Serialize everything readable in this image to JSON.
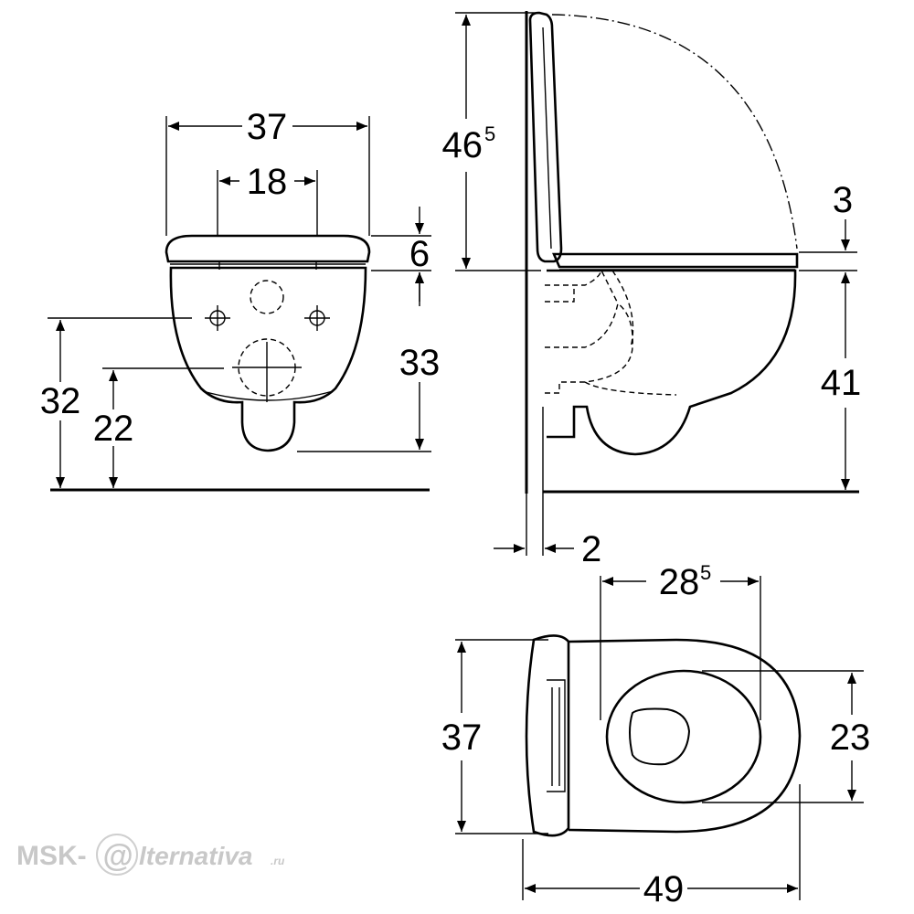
{
  "front_view": {
    "width_total": "37",
    "fixing_spacing": "18",
    "seat_thickness": "6",
    "fixing_height": "32",
    "outlet_height": "22",
    "bowl_height": "33"
  },
  "side_view": {
    "height_lid_open_main": "46",
    "height_lid_open_sup": "5",
    "seat_gap": "3",
    "rim_height": "41",
    "wall_offset": "2"
  },
  "top_view": {
    "opening_length_main": "28",
    "opening_length_sup": "5",
    "overall_width": "37",
    "opening_width": "23",
    "overall_depth": "49"
  },
  "watermark": {
    "prefix": "MSK-",
    "at_sign": "@",
    "suffix": "lternativa",
    "tld": ".ru"
  }
}
